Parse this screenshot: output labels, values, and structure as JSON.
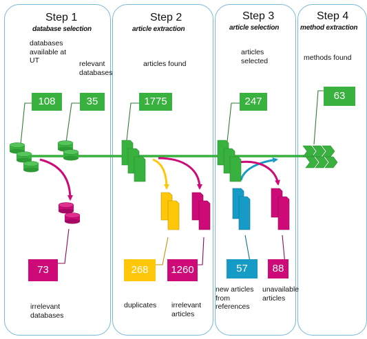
{
  "steps": [
    {
      "title": "Step 1",
      "subtitle": "database selection"
    },
    {
      "title": "Step 2",
      "subtitle": "article extraction"
    },
    {
      "title": "Step 3",
      "subtitle": "article selection"
    },
    {
      "title": "Step 4",
      "subtitle": "method extraction"
    }
  ],
  "labels": {
    "databases_available": "databases available at UT",
    "relevant_databases": "relevant databases",
    "irrelevant_databases": "irrelevant databases",
    "articles_found": "articles found",
    "duplicates": "duplicates",
    "irrelevant_articles": "irrelevant articles",
    "articles_selected": "articles selected",
    "new_articles": "new articles from references",
    "unavailable_articles": "unavailable articles",
    "methods_found": "methods found"
  },
  "counts": {
    "databases_available": "108",
    "relevant_databases": "35",
    "irrelevant_databases": "73",
    "articles_found": "1775",
    "duplicates": "268",
    "irrelevant_articles": "1260",
    "articles_selected": "247",
    "new_articles": "57",
    "unavailable_articles": "88",
    "methods_found": "63"
  },
  "colors": {
    "flow": "#38b13f",
    "duplicates": "#ffc70a",
    "excluded": "#cd0a78",
    "added": "#159bc6",
    "border": "#77b8d6"
  }
}
